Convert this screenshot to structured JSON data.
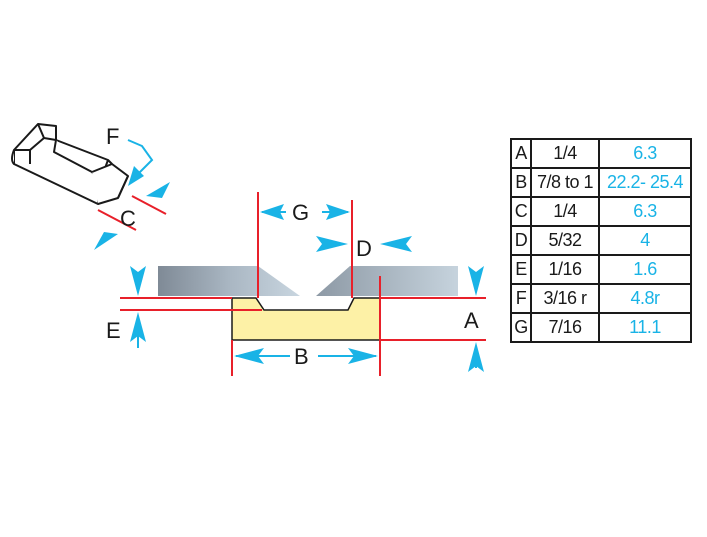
{
  "labels": {
    "A": "A",
    "B": "B",
    "C": "C",
    "D": "D",
    "E": "E",
    "F": "F",
    "G": "G"
  },
  "table": {
    "rows": [
      {
        "letter": "A",
        "fraction": "1/4",
        "mm": "6.3"
      },
      {
        "letter": "B",
        "fraction": "7/8 to 1",
        "mm": "22.2- 25.4"
      },
      {
        "letter": "C",
        "fraction": "1/4",
        "mm": "6.3"
      },
      {
        "letter": "D",
        "fraction": "5/32",
        "mm": "4"
      },
      {
        "letter": "E",
        "fraction": "1/16",
        "mm": "1.6"
      },
      {
        "letter": "F",
        "fraction": "3/16 r",
        "mm": "4.8r"
      },
      {
        "letter": "G",
        "fraction": "7/16",
        "mm": "11.1"
      }
    ]
  },
  "colors": {
    "dimension_line": "#e8202a",
    "arrow": "#19b3e6",
    "metric_text": "#19b3e6",
    "part_fill": "#fdf1a6",
    "blade_fill": "#8a96a2"
  }
}
